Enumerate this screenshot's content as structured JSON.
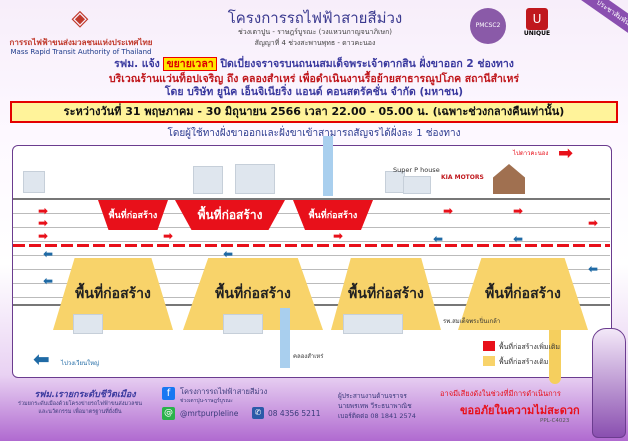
{
  "header": {
    "org_th": "การรถไฟฟ้าขนส่งมวลชนแห่งประเทศไทย",
    "org_en": "Mass Rapid Transit Authority of Thailand",
    "title": "โครงการรถไฟฟ้าสายสีม่วง",
    "sub1": "ช่วงเตาปูน - ราษฎร์บูรณะ (วงแหวนกาญจนาภิเษก)",
    "sub2": "สัญญาที่ 4 ช่วงสะพานพุทธ - ดาวคะนอง",
    "logo_mid": "PMCSC2",
    "logo_right": "UNIQUE",
    "corner_ribbon": "ประชาสัมพันธ์"
  },
  "announcement": {
    "prefix": "รฟม. แจ้ง",
    "highlight": "ขยายเวลา",
    "line1_rest": "ปิดเบี่ยงจราจรบนถนนสมเด็จพระเจ้าตากสิน ฝั่งขาออก 2 ช่องทาง",
    "line2": "บริเวณร้านแว่นท็อปเจริญ ถึง คลองสำเหร่ เพื่อดำเนินงานรื้อย้ายสาธารณูปโภค สถานีสำเหร่",
    "line3": "โดย บริษัท ยูนิค เอ็นจิเนียริ่ง แอนด์ คอนสตรัคชั่น จำกัด (มหาชน)",
    "date": "ระหว่างวันที่ 31 พฤษภาคม - 30 มิถุนายน 2566 เวลา 22.00 - 05.00 น. (เฉพาะช่วงกลางคืนเท่านั้น)",
    "note": "โดยผู้ใช้ทางฝั่งขาออกและฝั่งขาเข้าสามารถสัญจรได้ฝั่งละ 1 ช่องทาง"
  },
  "diagram": {
    "zone_label": "พื้นที่ก่อสร้าง",
    "to_right": "ไปดาวคะนอง",
    "to_left": "ไปวงเวียนใหญ่",
    "landmarks": [
      "Super P house",
      "KIA MOTORS",
      "รพ.สมเด็จพระปิ่นเกล้า",
      "คลองสำเหร่"
    ],
    "legend": [
      {
        "label": "พื้นที่ก่อสร้างเพิ่มเติม",
        "color": "#e8101a"
      },
      {
        "label": "พื้นที่ก่อสร้างเดิม",
        "color": "#f8d36a"
      }
    ]
  },
  "footer": {
    "slogan": "รฟม.เรายกระดับชีวิตเมือง",
    "slogan_sub1": "ร่วมยกระดับเมืองด้วยโครงข่ายรถไฟฟ้าขนส่งมวลชน",
    "slogan_sub2": "และนวัตกรรม เพื่อมาตรฐานที่ยั่งยืน",
    "fb": "โครงการรถไฟฟ้าสายสีม่วง",
    "fb_sub": "ช่วงเตาปูน-ราษฎร์บูรณะ",
    "line": "@mrtpurpleline",
    "phone": "08 4356 5211",
    "coord1": "ผู้ประสานงานด้านจราจร",
    "coord2": "นายพรเทพ วีระธนาพาณิช",
    "coord3": "เบอร์ติดต่อ 08 1841 2574",
    "apology1": "อาจมีเสียงดังในช่วงที่มีการดำเนินการ",
    "apology2": "ขออภัยในความไม่สะดวก",
    "code": "PPL-C4023"
  }
}
